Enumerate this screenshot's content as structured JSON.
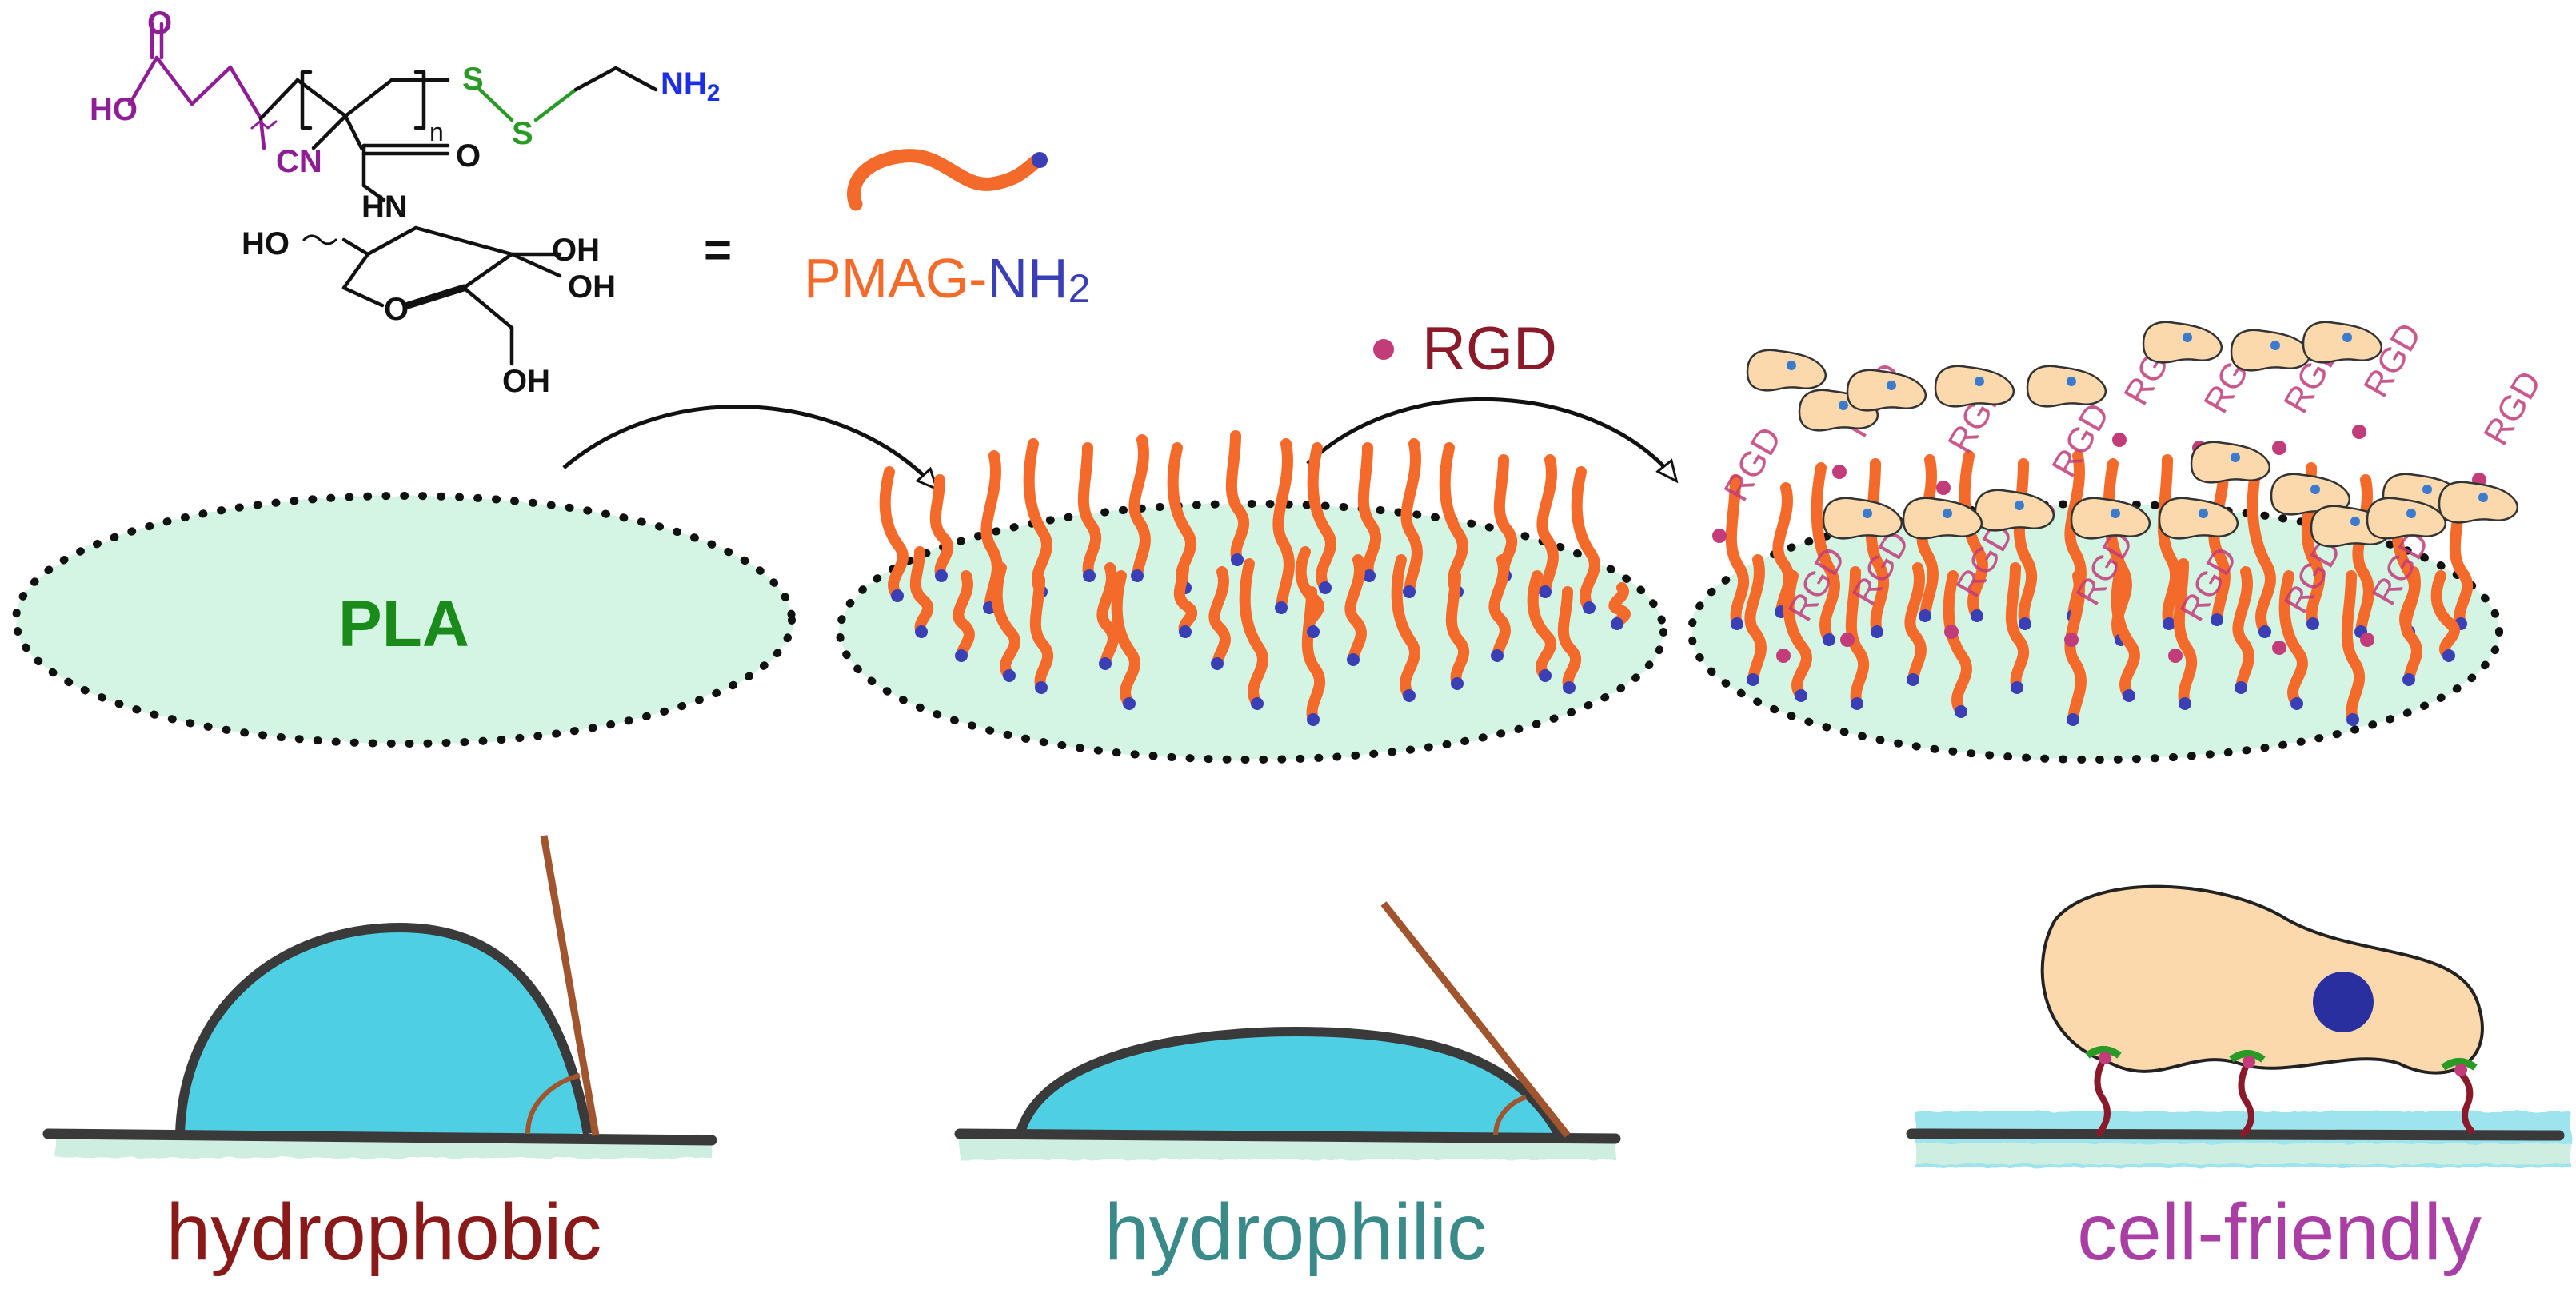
{
  "molecule": {
    "acid_oh": "HO",
    "acid_o": "O",
    "nitrile": "CN",
    "repeat_n": "n",
    "amide_o": "O",
    "amide_nh": "HN",
    "sulfur_1": "S",
    "sulfur_2": "S",
    "amine": "NH",
    "amine_sub": "2",
    "sugar_oh_left": "HO",
    "sugar_oh_right_top": "OH",
    "sugar_oh_right_mid": "OH",
    "sugar_oh_bottom": "OH",
    "ring_o": "O"
  },
  "legend": {
    "equals": "=",
    "polymer_name": "PMAG",
    "polymer_dash": "-",
    "polymer_end": "NH",
    "polymer_end_sub": "2",
    "rgd_label": "RGD"
  },
  "panels": {
    "substrate_label": "PLA",
    "rgd_mark": "RGD"
  },
  "bottom_labels": {
    "hydrophobic": "hydrophobic",
    "hydrophilic": "hydrophilic",
    "cell_friendly": "cell-friendly"
  },
  "colors": {
    "acid_purple": "#8e1d96",
    "sulfur_green": "#2a9a26",
    "amine_blue": "#1d2fe6",
    "chain_orange": "#f46a2a",
    "chain_end_blue": "#3a3fb5",
    "rgd_dark_red": "#8a1a2a",
    "rgd_pink": "#c23c7a",
    "pla_green_fill": "#d4f5e4",
    "pla_green_text": "#1a8a1a",
    "water_blue": "#4fcfe3",
    "angle_brown": "#a0552e",
    "cell_beige": "#fbd9ad",
    "nucleus_blue": "#2a2fa0",
    "hydrophobic_text": "#8a1a1a",
    "hydrophilic_text": "#3a8a8a",
    "cell_friendly_text": "#a93fa4"
  }
}
